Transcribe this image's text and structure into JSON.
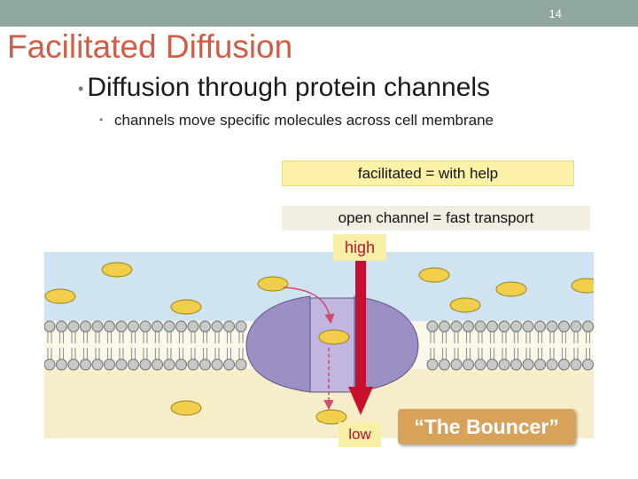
{
  "slide": {
    "page_number": "14",
    "title": "Facilitated Diffusion",
    "bullet_1": "Diffusion through protein channels",
    "bullet_2": "channels move specific molecules across cell membrane"
  },
  "diagram": {
    "label_facilitated": "facilitated = with help",
    "label_open_channel": "open channel = fast transport",
    "label_high": "high",
    "label_low": "low",
    "label_bouncer": "“The Bouncer”"
  },
  "colors": {
    "topbar": "#8fa79d",
    "title": "#d05c45",
    "arrow": "#c8102e",
    "channel_protein": "#9c8fc4",
    "upper_fluid": "#cfe3f1",
    "lower_fluid": "#f6eec8",
    "molecule": "#f1cf4a"
  }
}
